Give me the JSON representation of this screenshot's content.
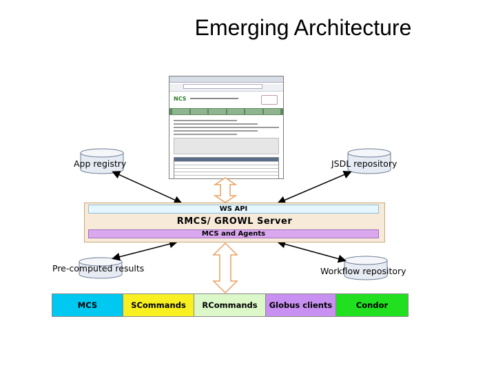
{
  "title": "Emerging Architecture",
  "repositories": {
    "app_registry": "App registry",
    "jsdl_repository": "JSDL repository",
    "precomputed_results": "Pre-computed results",
    "workflow_repository": "Workflow repository"
  },
  "server": {
    "ws_api": "WS API",
    "name": "RMCS/ GROWL Server",
    "mcs_agents": "MCS and Agents"
  },
  "clients": [
    {
      "label": "MCS",
      "color": "#00c8f0"
    },
    {
      "label": "SCommands",
      "color": "#f8f020"
    },
    {
      "label": "RCommands",
      "color": "#dcf8c8"
    },
    {
      "label": "Globus clients",
      "color": "#c890f0"
    },
    {
      "label": "Condor",
      "color": "#20e020"
    }
  ],
  "colors": {
    "cylinder": "#e7ecf4",
    "arrow_fill": "#ffffff",
    "arrow_stroke": "#e8a060",
    "server_bg": "#f7ead8"
  }
}
